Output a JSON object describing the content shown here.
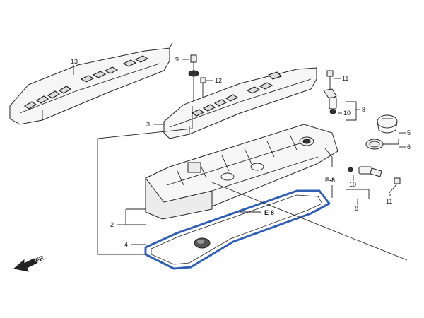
{
  "callouts": {
    "c13": "13",
    "c9": "9",
    "c12": "12",
    "c11_top": "11",
    "c10_top": "10",
    "c8_top": "8",
    "c3": "3",
    "c5": "5",
    "c6": "6",
    "c2": "2",
    "c4": "4",
    "c10_bot": "10",
    "c8_bot": "8",
    "c11_bot": "11",
    "ref_e8_right": "E-8",
    "ref_e8_left": "E-8",
    "front_label": "FR."
  },
  "colors": {
    "gasket_highlight": "#2f5fb8",
    "line": "#222222"
  },
  "icons": {
    "front_arrow": "front-direction-arrow-icon"
  }
}
